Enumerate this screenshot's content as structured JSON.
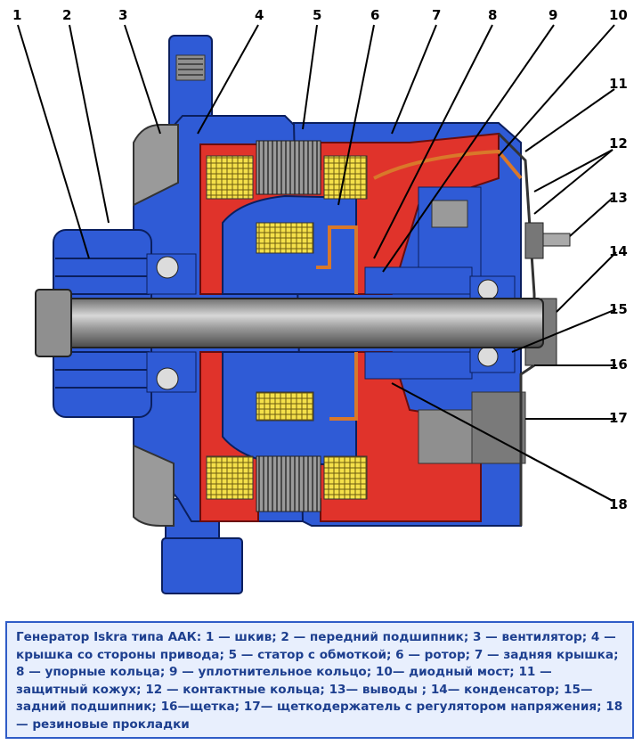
{
  "figure": {
    "callouts": [
      "1",
      "2",
      "3",
      "4",
      "5",
      "6",
      "7",
      "8",
      "9",
      "10",
      "11",
      "12",
      "13",
      "14",
      "15",
      "16",
      "17",
      "18"
    ]
  },
  "caption": {
    "text": "Генератор Iskra типа ААК: 1 — шкив; 2 — передний подшипник; 3 — вентилятор; 4 — крышка со стороны привода; 5 — статор с обмоткой; 6 — ротор; 7 — задняя крышка; 8 — упорные кольца; 9 — уплотнительное кольцо; 10— диодный мост; 11 — защитный кожух; 12 — контактные кольца; 13— выводы ; 14— конденсатор; 15— задний подшипник; 16—щетка; 17— щеткодержатель с регулятором напряжения; 18 — резиновые прокладки"
  },
  "colors": {
    "housing_blue": "#2f5bd6",
    "rotor_red": "#e0332b",
    "winding_yellow": "#f4e04a",
    "shaft_gray": "#8f8f8f",
    "accent_orange": "#d9782a",
    "caption_border": "#2f5cc7",
    "caption_text": "#1d3f8f"
  }
}
